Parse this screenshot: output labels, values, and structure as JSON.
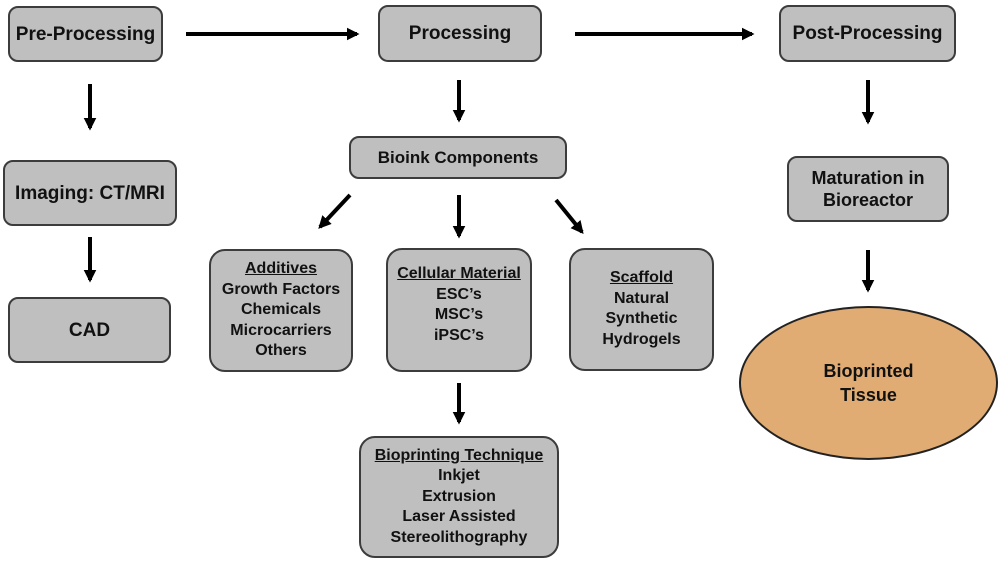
{
  "stages": {
    "pre": "Pre-Processing",
    "processing": "Processing",
    "post": "Post-Processing"
  },
  "pre_steps": {
    "imaging": "Imaging: CT/MRI",
    "cad": "CAD"
  },
  "bioink": "Bioink Components",
  "additives": {
    "header": "Additives",
    "items": [
      "Growth Factors",
      "Chemicals",
      "Microcarriers",
      "Others"
    ]
  },
  "cellular": {
    "header": "Cellular Material",
    "items": [
      "ESC’s",
      "MSC’s",
      "iPSC’s"
    ]
  },
  "scaffold": {
    "header": "Scaffold",
    "items": [
      "Natural",
      "Synthetic",
      "Hydrogels"
    ]
  },
  "technique": {
    "header": "Bioprinting Technique",
    "items": [
      "Inkjet",
      "Extrusion",
      "Laser Assisted",
      "Stereolithography"
    ]
  },
  "maturation": {
    "lines": [
      "Maturation in",
      "Bioreactor"
    ]
  },
  "tissue": {
    "lines": [
      "Bioprinted",
      "Tissue"
    ]
  },
  "colors": {
    "box_fill": "#bfbfbf",
    "tissue_fill": "#e0ac73",
    "arrow": "#000000"
  }
}
